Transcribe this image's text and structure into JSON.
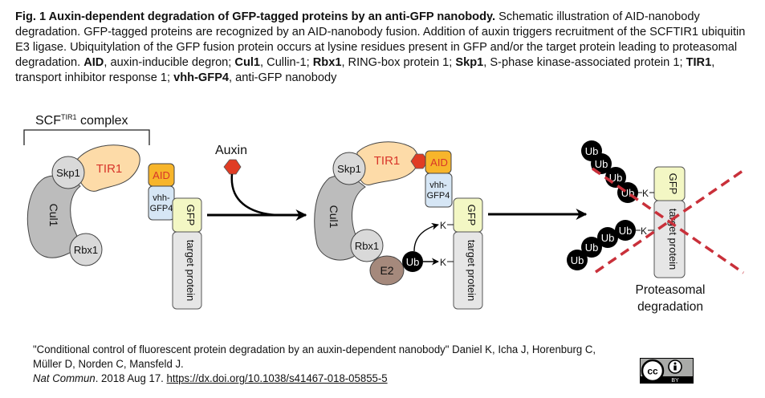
{
  "caption": {
    "title": "Fig. 1 Auxin-dependent degradation of GFP-tagged proteins by an anti-GFP nanobody.",
    "body": " Schematic illustration of AID-nanobody degradation. GFP-tagged proteins are recognized by an AID-nanobody fusion. Addition of auxin triggers recruitment of the SCFTIR1 ubiquitin E3 ligase. Ubiquitylation of the GFP fusion protein occurs at lysine residues present in GFP and/or the target protein leading to proteasomal degradation. ",
    "abbreviations": [
      {
        "term": "AID",
        "def": ", auxin-inducible degron; "
      },
      {
        "term": "Cul1",
        "def": ", Cullin-1; "
      },
      {
        "term": "Rbx1",
        "def": ", RING-box protein 1; "
      },
      {
        "term": "Skp1",
        "def": ", S-phase kinase-associated protein 1; "
      },
      {
        "term": "TIR1",
        "def": ", transport inhibitor response 1; "
      },
      {
        "term": "vhh-GFP4",
        "def": ", anti-GFP nanobody"
      }
    ]
  },
  "diagram": {
    "complex_label": "SCF",
    "complex_superscript": "TIR1",
    "complex_suffix": " complex",
    "labels": {
      "skp1": "Skp1",
      "tir1": "TIR1",
      "cul1": "Cul1",
      "rbx1": "Rbx1",
      "aid": "AID",
      "vhh_line1": "vhh-",
      "vhh_line2": "GFP4",
      "gfp": "GFP",
      "target": "target protein",
      "auxin": "Auxin",
      "e2": "E2",
      "ub": "Ub",
      "lysine": "K",
      "proteasomal_line1": "Proteasomal",
      "proteasomal_line2": "degradation"
    },
    "colors": {
      "tir1_fill": "#fddba8",
      "tir1_text": "#d8352a",
      "aid_fill": "#f7b52b",
      "aid_text": "#d8352a",
      "vhh_fill": "#d6e6f5",
      "gfp_fill": "#f3f7c4",
      "target_fill": "#e6e6e6",
      "cul1_fill": "#bcbcbc",
      "circle_fill": "#d9d9d9",
      "auxin_fill": "#e03c24",
      "e2_fill": "#a5897c",
      "ub_fill": "#000000",
      "cross": "#c9303a"
    }
  },
  "citation": {
    "line1": "\"Conditional control of fluorescent protein degradation by an auxin-dependent nanobody\" Daniel K, Icha J, Horenburg C,",
    "line2": "Müller D, Norden C, Mansfeld J.",
    "journal": "Nat Commun",
    "date": ". 2018 Aug 17. ",
    "doi": "https://dx.doi.org/10.1038/s41467-018-05855-5"
  },
  "license": {
    "cc": "cc",
    "by": "BY"
  }
}
